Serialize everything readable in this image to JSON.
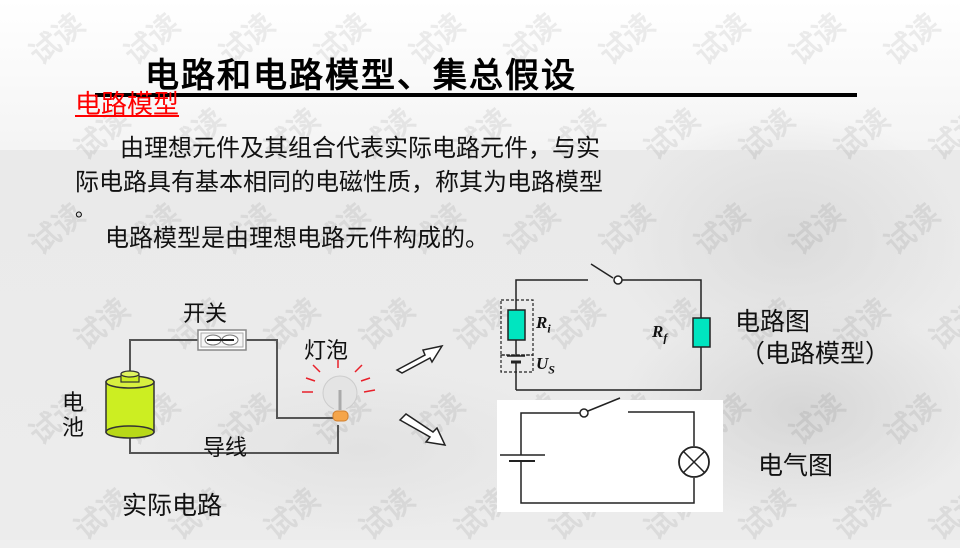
{
  "slide": {
    "title": "电路和电路模型、集总假设",
    "subtitle": "电路模型",
    "paragraph": {
      "line1": "由理想元件及其组合代表实际电路元件，与实",
      "line2": "际电路具有基本相同的电磁性质，称其为电路模型",
      "line3": "。",
      "line4": "电路模型是由理想电路元件构成的。"
    },
    "watermark": "试读"
  },
  "real_circuit": {
    "caption": "实际电路",
    "labels": {
      "switch": "开关",
      "bulb": "灯泡",
      "battery_line1": "电",
      "battery_line2": "池",
      "wire": "导线"
    },
    "colors": {
      "battery": "#ccee22",
      "bulb_base": "#f5a54a",
      "rays": "#e8202a",
      "wire": "#555555"
    }
  },
  "circuit_diagram": {
    "label_main": "电路图",
    "label_sub": "（电路模型）",
    "symbols": {
      "Ri_base": "R",
      "Ri_sub": "i",
      "Us_base": "U",
      "Us_sub": "S",
      "Rf_base": "R",
      "Rf_sub": "f"
    },
    "colors": {
      "resistor_fill": "#00e5c0"
    }
  },
  "electrical_diagram": {
    "label": "电气图"
  }
}
